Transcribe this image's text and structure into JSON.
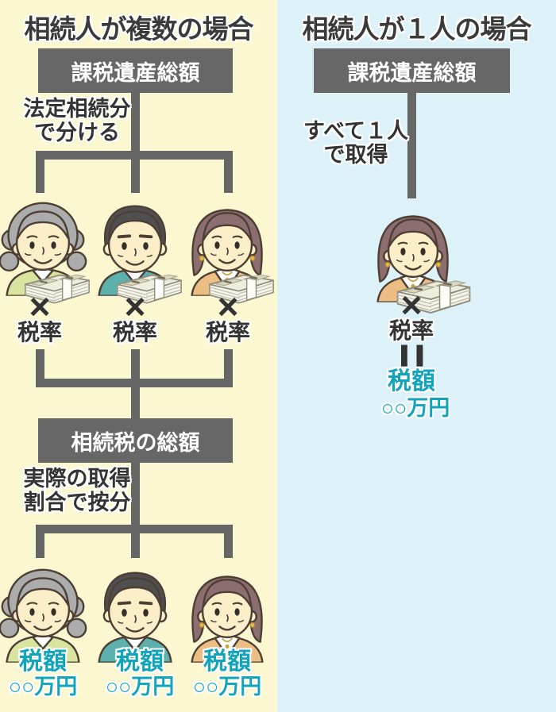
{
  "palette": {
    "left_bg": "#FBF7D1",
    "right_bg": "#DCF1F8",
    "box_bg": "#676767",
    "box_text": "#FFFFFF",
    "connector_line": "#666666",
    "dark_text": "#3A3A3A",
    "teal_text": "#12A4BA"
  },
  "left_panel": {
    "title": "相続人が複数の場合",
    "estate_box_label": "課税遺産総額",
    "divide_note": [
      "法定相続分",
      "で分ける"
    ],
    "multiply_symbol": "×",
    "tax_rate_label": "税率",
    "total_tax_box_label": "相続税の総額",
    "apportion_note": [
      "実際の取得",
      "割合で按分"
    ],
    "tax_amount_label": "税額",
    "tax_amount_value": "○○万円"
  },
  "right_panel": {
    "title": "相続人が１人の場合",
    "estate_box_label": "課税遺産総額",
    "acquire_note": [
      "すべて１人",
      "で取得"
    ],
    "multiply_symbol": "×",
    "tax_rate_label": "税率",
    "equals_symbol": "=",
    "tax_amount_label": "税額",
    "tax_amount_value": "○○万円"
  }
}
